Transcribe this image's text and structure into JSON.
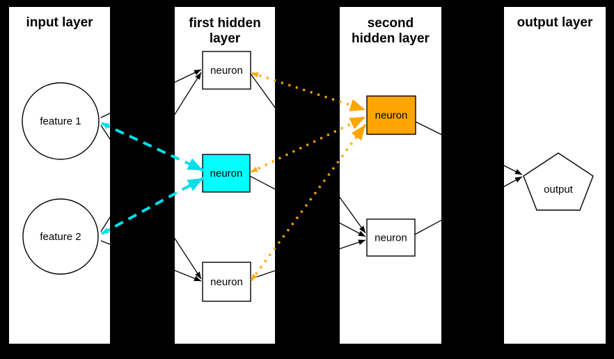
{
  "colors": {
    "background": "#000000",
    "panel_bg": "#ffffff",
    "line": "#000000",
    "cyan_fill": "#00ffff",
    "cyan_arrow": "#00e0ea",
    "orange_fill": "#ffa500",
    "orange_arrow": "#ffa500"
  },
  "panels": [
    {
      "title_lines": [
        "input layer"
      ]
    },
    {
      "title_lines": [
        "first hidden",
        "layer"
      ]
    },
    {
      "title_lines": [
        "second",
        "hidden layer"
      ]
    },
    {
      "title_lines": [
        "output layer"
      ]
    }
  ],
  "nodes": {
    "feature1": {
      "label": "feature 1"
    },
    "feature2": {
      "label": "feature 2"
    },
    "h1_top": {
      "label": "neuron"
    },
    "h1_mid": {
      "label": "neuron"
    },
    "h1_bot": {
      "label": "neuron"
    },
    "h2_top": {
      "label": "neuron"
    },
    "h2_bot": {
      "label": "neuron"
    },
    "output": {
      "label": "output"
    }
  }
}
